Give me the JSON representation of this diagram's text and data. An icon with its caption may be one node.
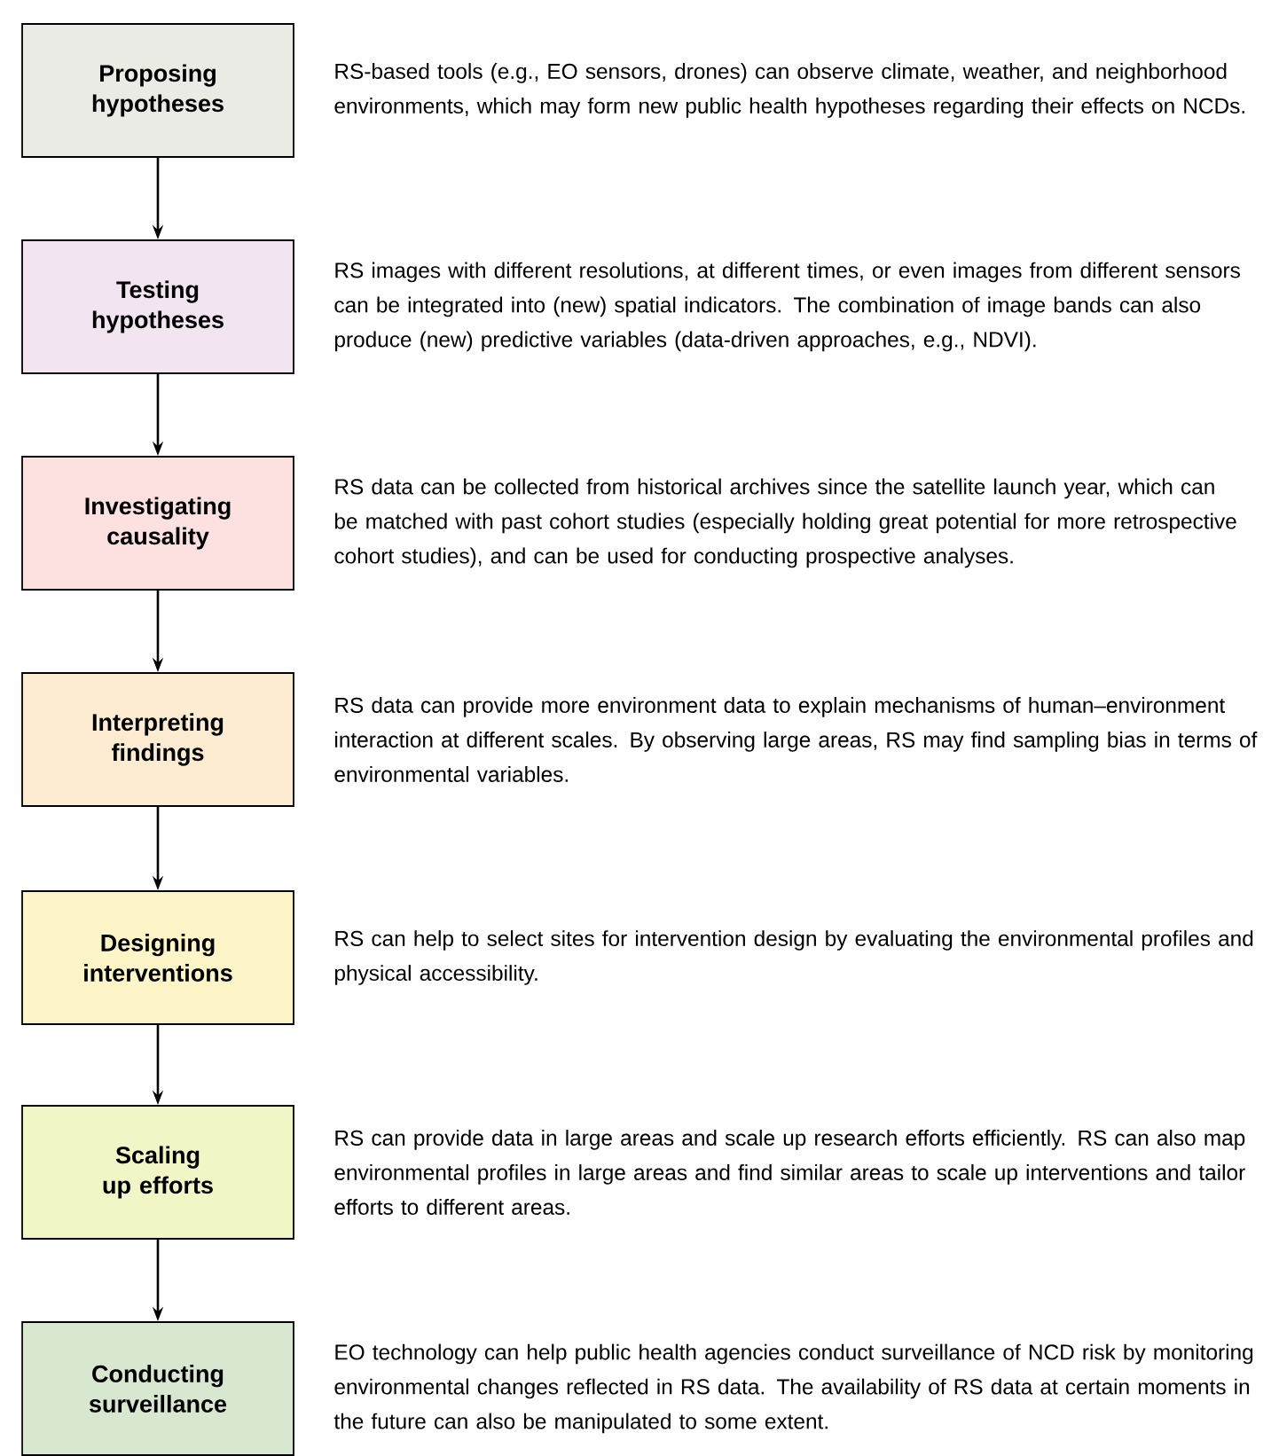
{
  "diagram": {
    "nodes": [
      {
        "text": [
          "Proposing hypotheses"
        ],
        "beside": [
          "RS-based tools (e.g., EO sensors, drones) can observe climate, weather, and neighborhood environments, which may form new public health hypotheses regarding their effects on NCDs."
        ]
      },
      {
        "text": [
          "Testing hypotheses"
        ],
        "beside": [
          "RS images with different resolutions, at different times, or even images from different sensors can be integrated into (new) spatial indicators. The combination of image bands can also produce (new) predictive variables (data-driven approaches, e.g., NDVI)."
        ]
      },
      {
        "text": [
          "Investigating causality"
        ],
        "beside": [
          "RS data can be collected from historical archives since the satellite launch year, which can be matched with past cohort studies (especially holding great potential for more retrospective cohort studies), and can be used for conducting prospective analyses."
        ]
      },
      {
        "text": [
          "Interpreting findings"
        ],
        "beside": [
          "RS data can provide more environment data to explain mechanisms of human–environment interaction at different scales. By observing large areas, RS may find sampling bias in terms of environmental variables."
        ]
      },
      {
        "text": [
          "Designing interventions"
        ],
        "beside": [
          "RS can help to select sites for intervention design by evaluating the environmental profiles and physical accessibility."
        ]
      },
      {
        "text": [
          "Scaling up efforts"
        ],
        "beside": [
          "RS can provide data in large areas and scale up research efforts efficiently. RS can also map environmental profiles in large areas and find similar areas to scale up interventions and tailor efforts to different areas."
        ]
      },
      {
        "text": [
          "Conducting surveillance"
        ],
        "beside": [
          "EO technology can help public health agencies conduct surveillance of NCD risk by monitoring environmental changes reflected in RS data. The availability of RS data at certain moments in the future can also be manipulated to some extent."
        ]
      }
    ],
    "edges": [
      {
        "from": 0,
        "to": 1,
        "arrow": "to"
      },
      {
        "from": 1,
        "to": 2,
        "arrow": "to"
      },
      {
        "from": 2,
        "to": 3,
        "arrow": "to"
      },
      {
        "from": 3,
        "to": 4,
        "arrow": "to"
      },
      {
        "from": 4,
        "to": 5,
        "arrow": "to"
      },
      {
        "from": 5,
        "to": 6,
        "arrow": "to"
      }
    ]
  }
}
